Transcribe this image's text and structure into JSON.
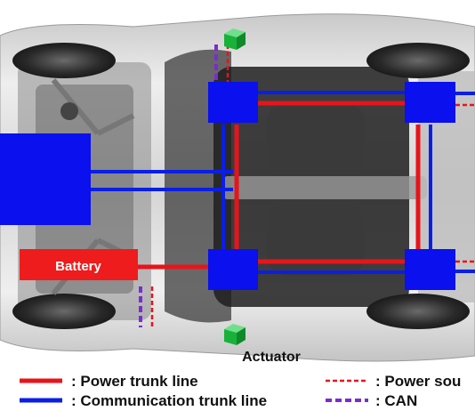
{
  "colors": {
    "power_line": "#e8141b",
    "comm_line": "#0a1ee6",
    "ecu_box": "#0a10ee",
    "battery": "#ee1c1c",
    "can": "#7a2cd0",
    "actuator": "#18b23a"
  },
  "labels": {
    "battery": "Battery",
    "actuator": "Actuator"
  },
  "legend": {
    "power_trunk": ": Power trunk line",
    "communication_trunk": ": Communication trunk line",
    "power_source": ": Power sou",
    "can": ": CAN"
  }
}
